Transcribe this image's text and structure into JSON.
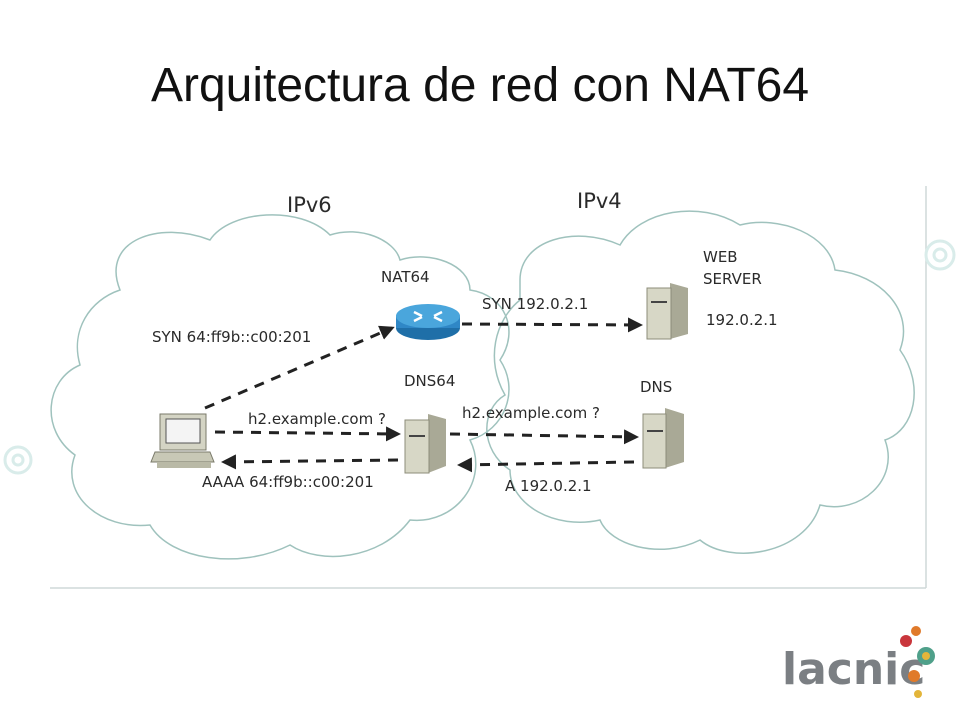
{
  "title": "Arquitectura de red con NAT64",
  "zones": {
    "ipv6": "IPv6",
    "ipv4": "IPv4"
  },
  "nodes": {
    "nat64": "NAT64",
    "dns64": "DNS64",
    "web_server_line1": "WEB",
    "web_server_line2": "SERVER",
    "web_server_ip": "192.0.2.1",
    "dns": "DNS"
  },
  "arrows": {
    "syn_ipv6": "SYN 64:ff9b::c00:201",
    "syn_ipv4": "SYN 192.0.2.1",
    "query_to_dns64": "h2.example.com ?",
    "query_to_dns": "h2.example.com ?",
    "answer_a": "A 192.0.2.1",
    "answer_aaaa": "AAAA 64:ff9b::c00:201"
  },
  "logo": {
    "text": "lacnic"
  },
  "colors": {
    "cloud_stroke": "#9fc2bd",
    "router": "#2f87c6",
    "server": "#cfcfbf",
    "logo_dots": [
      "#e07a2a",
      "#c9363c",
      "#4fa08a",
      "#e3b53a"
    ]
  }
}
